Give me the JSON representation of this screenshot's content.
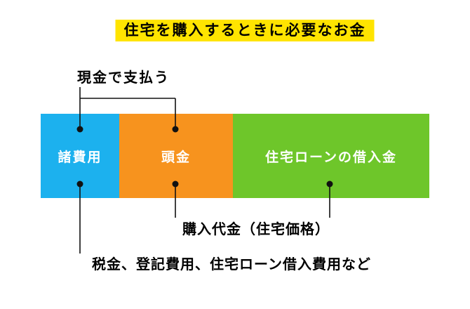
{
  "title": "住宅を購入するときに必要なお金",
  "annotations": {
    "cash": "現金で支払う",
    "purchase_price": "購入代金（住宅価格）",
    "misc_costs": "税金、登記費用、住宅ローン借入費用など"
  },
  "bar": {
    "segments": [
      {
        "label": "諸費用",
        "color": "#1cb1ee"
      },
      {
        "label": "頭金",
        "color": "#f7931e"
      },
      {
        "label": "住宅ローンの借入金",
        "color": "#6ec62a"
      }
    ]
  },
  "colors": {
    "title_highlight": "#ffe400",
    "connector": "#111111",
    "background": "#ffffff",
    "bar_text": "#ffffff"
  }
}
